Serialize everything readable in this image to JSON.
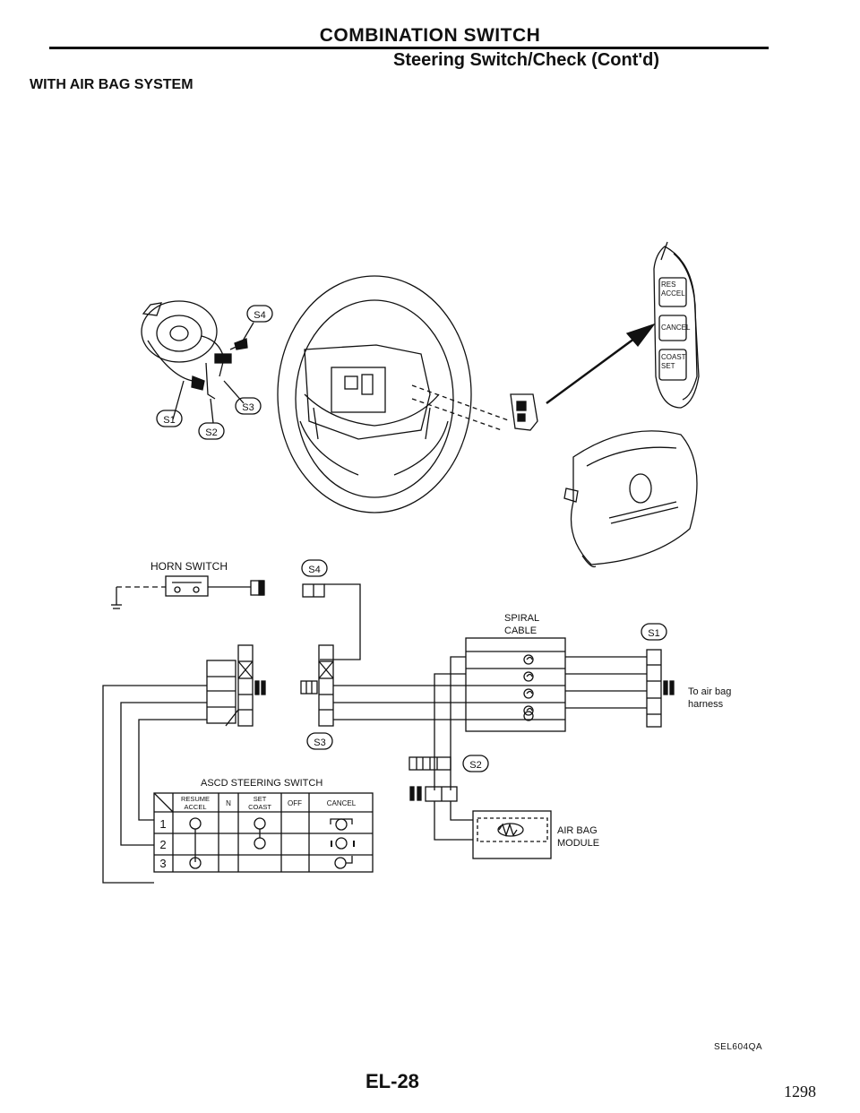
{
  "header": {
    "title": "COMBINATION SWITCH",
    "subtitle": "Steering Switch/Check (Cont'd)",
    "section": "WITH AIR BAG SYSTEM"
  },
  "connectors": {
    "s1": "S1",
    "s2": "S2",
    "s3": "S3",
    "s4": "S4",
    "s4_diagram": "S4",
    "s3_diagram": "S3",
    "s1_diagram": "S1",
    "s2_diagram": "S2"
  },
  "switch_inset": {
    "res_accel_1": "RES",
    "res_accel_2": "ACCEL",
    "cancel": "CANCEL",
    "coast_set_1": "COAST",
    "coast_set_2": "SET"
  },
  "wiring": {
    "horn_switch": "HORN SWITCH",
    "spiral_cable_1": "SPIRAL",
    "spiral_cable_2": "CABLE",
    "to_air_bag_1": "To air bag",
    "to_air_bag_2": "harness",
    "air_bag_module_1": "AIR BAG",
    "air_bag_module_2": "MODULE",
    "ascd_title": "ASCD STEERING SWITCH"
  },
  "ascd_table": {
    "headers": [
      "RESUME ACCEL",
      "N",
      "SET COAST",
      "OFF",
      "CANCEL"
    ],
    "header_resume_1": "RESUME",
    "header_resume_2": "ACCEL",
    "header_n": "N",
    "header_set_1": "SET",
    "header_set_2": "COAST",
    "header_off": "OFF",
    "header_cancel": "CANCEL",
    "rows": [
      "1",
      "2",
      "3"
    ]
  },
  "footer": {
    "figure_id": "SEL604QA",
    "page_code": "EL-28",
    "page_number": "1298"
  }
}
